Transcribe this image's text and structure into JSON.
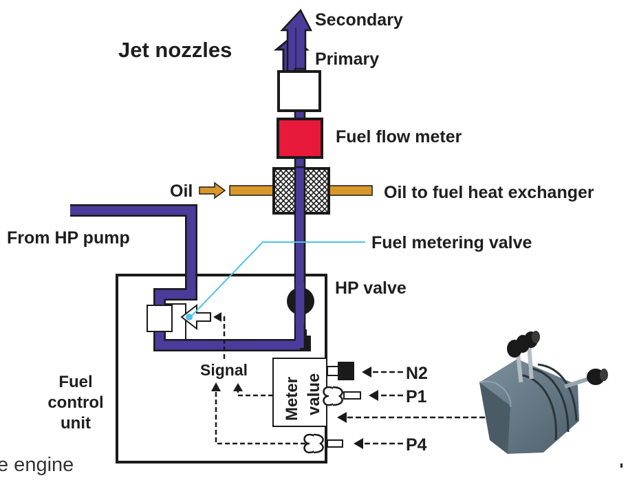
{
  "title": "Jet nozzles",
  "colors": {
    "fuel": "#4b3b9a",
    "oil": "#d9972a",
    "flow_meter": "#e8193a",
    "leader_line": "#4ec3e8",
    "outline": "#1a1a1a",
    "throttle_body": "#5f7380"
  },
  "labels": {
    "secondary": "Secondary",
    "primary": "Primary",
    "fuel_flow_meter": "Fuel flow meter",
    "oil": "Oil",
    "oil_heat_exchanger": "Oil to fuel heat exchanger",
    "from_hp_pump": "From HP pump",
    "fuel_metering_valve": "Fuel metering valve",
    "hp_valve": "HP valve",
    "signal": "Signal",
    "meter_line1": "Meter",
    "meter_line2": "value",
    "fcu_line1": "Fuel",
    "fcu_line2": "control",
    "fcu_line3": "unit",
    "n2": "N2",
    "p1": "P1",
    "p4": "P4"
  },
  "caption_fragment": "e engine",
  "components": [
    {
      "name": "jet-nozzles",
      "parts": [
        "Secondary",
        "Primary"
      ]
    },
    {
      "name": "fuel-flow-meter"
    },
    {
      "name": "oil-to-fuel-heat-exchanger"
    },
    {
      "name": "fuel-metering-valve"
    },
    {
      "name": "hp-valve"
    },
    {
      "name": "fuel-control-unit"
    },
    {
      "name": "meter-value-box"
    },
    {
      "name": "throttle-quadrant"
    }
  ],
  "inputs": [
    "N2",
    "P1",
    "P4"
  ]
}
